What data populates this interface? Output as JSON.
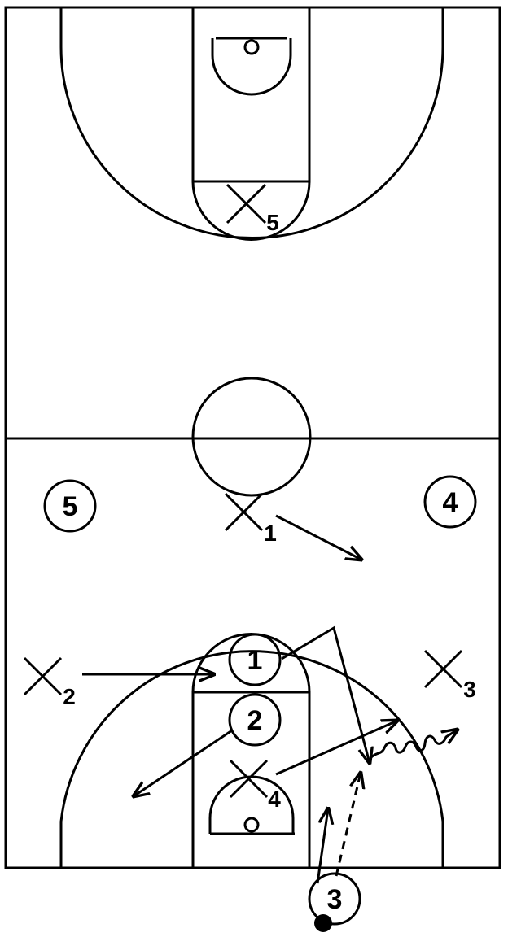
{
  "offense": [
    {
      "id": "o1",
      "label": "1"
    },
    {
      "id": "o2",
      "label": "2"
    },
    {
      "id": "o3",
      "label": "3"
    },
    {
      "id": "o4",
      "label": "4"
    },
    {
      "id": "o5",
      "label": "5"
    }
  ],
  "defense": [
    {
      "id": "x1",
      "label": "1"
    },
    {
      "id": "x2",
      "label": "2"
    },
    {
      "id": "x3",
      "label": "3"
    },
    {
      "id": "x4",
      "label": "4"
    },
    {
      "id": "x5",
      "label": "5"
    }
  ],
  "legend": {
    "cut": "solid arrow",
    "pass": "dashed arrow",
    "dribble": "wavy arrow",
    "ball": "filled dot"
  },
  "colors": {
    "ink": "#000000",
    "court": "#ffffff"
  }
}
